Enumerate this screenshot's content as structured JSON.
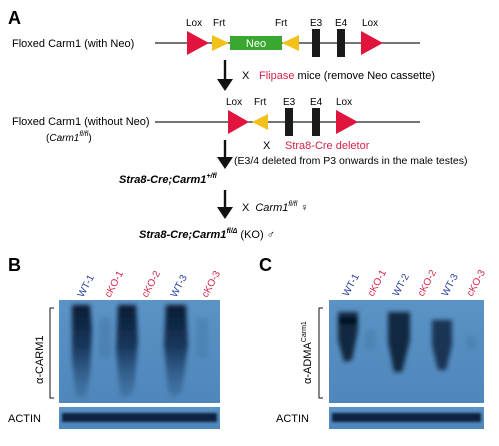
{
  "panel_a": {
    "letter": "A",
    "row1_label": "Floxed Carm1 (with Neo)",
    "lox_label": "Lox",
    "frt_label": "Frt",
    "neo_label": "Neo",
    "e3_label": "E3",
    "e4_label": "E4",
    "cross_symbol": "X",
    "flipase_text": "Flipase",
    "flipase_rest": " mice (remove Neo cassette)",
    "row2_label": "Floxed Carm1 (without Neo)",
    "row2_sublabel_pre": "(",
    "row2_sublabel_gene": "Carm1",
    "row2_sublabel_sup": "fl/fl",
    "row2_sublabel_post": ")",
    "stra8_deletor": "Stra8-Cre deletor",
    "deletion_note": "(E3/4 deleted from P3 onwards in the male testes)",
    "row3_main": "Stra8-Cre;Carm1",
    "row3_sup": "+/fl",
    "cross2_gene": "Carm1",
    "cross2_sup": "fl/fl",
    "female_symbol": "♀",
    "row4_main": "Stra8-Cre;Carm1",
    "row4_sup": "fl/Δ",
    "row4_post": " (KO) ",
    "male_symbol": "♂",
    "colors": {
      "lox": "#e0143c",
      "frt": "#f2c21a",
      "neo": "#3aa830",
      "exon": "#1a1a1a",
      "flipase": "#d4224a",
      "stra8": "#d4224a"
    }
  },
  "panel_b": {
    "letter": "B",
    "lanes": [
      {
        "label": "WT-1",
        "color": "#2a3f9e"
      },
      {
        "label": "cKO-1",
        "color": "#d4224a"
      },
      {
        "label": "cKO-2",
        "color": "#d4224a"
      },
      {
        "label": "WT-3",
        "color": "#2a3f9e"
      },
      {
        "label": "cKO-3",
        "color": "#d4224a"
      }
    ],
    "blot_label": "α-CARM1",
    "loading_label": "ACTIN"
  },
  "panel_c": {
    "letter": "C",
    "lanes": [
      {
        "label": "WT-1",
        "color": "#2a3f9e"
      },
      {
        "label": "cKO-1",
        "color": "#d4224a"
      },
      {
        "label": "WT-2",
        "color": "#2a3f9e"
      },
      {
        "label": "cKO-2",
        "color": "#d4224a"
      },
      {
        "label": "WT-3",
        "color": "#2a3f9e"
      },
      {
        "label": "cKO-3",
        "color": "#d4224a"
      }
    ],
    "blot_label_main": "α-ADMA",
    "blot_label_sup": "Carm1",
    "loading_label": "ACTIN"
  }
}
